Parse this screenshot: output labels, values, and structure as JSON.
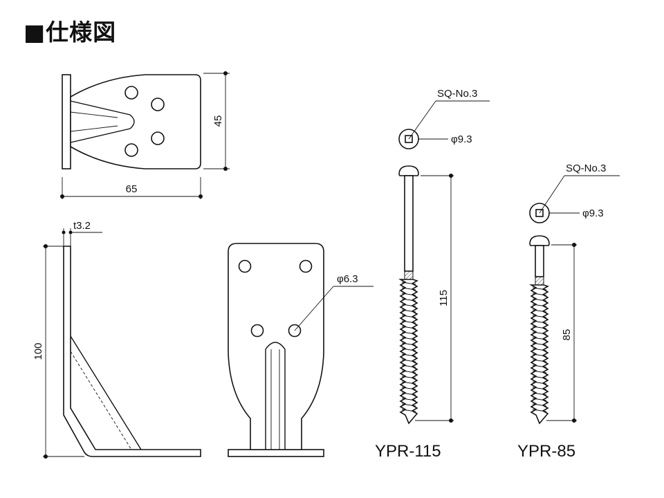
{
  "title": "■仕様図",
  "dimensions": {
    "top_width": "65",
    "top_height": "45",
    "thickness": "t3.2",
    "side_height": "100",
    "hole_diameter": "φ6.3"
  },
  "screws": [
    {
      "model": "YPR-115",
      "length": "115",
      "drive": "SQ-No.3",
      "head_diameter": "φ9.3"
    },
    {
      "model": "YPR-85",
      "length": "85",
      "drive": "SQ-No.3",
      "head_diameter": "φ9.3"
    }
  ]
}
